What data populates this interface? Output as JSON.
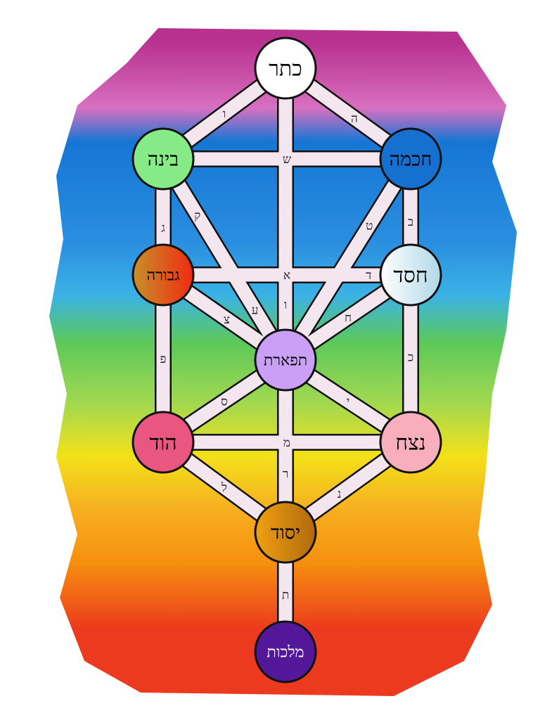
{
  "title": "Tree of Life",
  "colors": {
    "band_magenta": "#b8318f",
    "band_blue": "#1576d4",
    "band_cyan": "#3bb2e6",
    "band_green": "#5cc85a",
    "band_yellow": "#f3e11a",
    "band_orange": "#f6900f",
    "band_red": "#ec3a1e",
    "path_fill": "#f4e6ee"
  },
  "sefirot": [
    {
      "id": "keter",
      "label": "כתר",
      "fill": "#ffffff",
      "text": "#000000"
    },
    {
      "id": "chokhmah",
      "label": "חכמה",
      "fill": "#1570cf",
      "text": "#000000"
    },
    {
      "id": "binah",
      "label": "בינה",
      "fill": "#86ea86",
      "text": "#000000"
    },
    {
      "id": "chesed",
      "label": "חסד",
      "fill": "#e8f2f6",
      "text": "#000000"
    },
    {
      "id": "gevurah",
      "label": "גבורה",
      "fill": "#e0501a",
      "text": "#000000"
    },
    {
      "id": "tiferet",
      "label": "תפארת",
      "fill": "#c9a0f5",
      "text": "#000000"
    },
    {
      "id": "netzach",
      "label": "נצח",
      "fill": "#f9aebd",
      "text": "#000000"
    },
    {
      "id": "hod",
      "label": "הוד",
      "fill": "#e95780",
      "text": "#000000"
    },
    {
      "id": "yesod",
      "label": "יסוד",
      "fill": "#e3900e",
      "text": "#000000"
    },
    {
      "id": "malkhut",
      "label": "מלכות",
      "fill": "#53179a",
      "text": "#ffffff"
    }
  ],
  "paths": [
    {
      "from": "keter",
      "to": "binah",
      "letters": [
        "ו"
      ]
    },
    {
      "from": "keter",
      "to": "chokhmah",
      "letters": [
        "ה"
      ]
    },
    {
      "from": "keter",
      "to": "tiferet",
      "letters": [
        "ו"
      ]
    },
    {
      "from": "binah",
      "to": "chokhmah",
      "letters": [
        "ש"
      ]
    },
    {
      "from": "binah",
      "to": "gevurah",
      "letters": [
        "ג"
      ]
    },
    {
      "from": "chokhmah",
      "to": "chesed",
      "letters": [
        "ב"
      ]
    },
    {
      "from": "binah",
      "to": "tiferet",
      "letters": [
        "ק",
        "ע"
      ]
    },
    {
      "from": "chokhmah",
      "to": "tiferet",
      "letters": [
        "ט"
      ]
    },
    {
      "from": "gevurah",
      "to": "chesed",
      "letters": [
        "א",
        "ד"
      ]
    },
    {
      "from": "gevurah",
      "to": "tiferet",
      "letters": [
        "צ"
      ]
    },
    {
      "from": "chesed",
      "to": "tiferet",
      "letters": [
        "ח"
      ]
    },
    {
      "from": "gevurah",
      "to": "hod",
      "letters": [
        "פ"
      ]
    },
    {
      "from": "chesed",
      "to": "netzach",
      "letters": [
        "כ"
      ]
    },
    {
      "from": "tiferet",
      "to": "hod",
      "letters": [
        "ס"
      ]
    },
    {
      "from": "tiferet",
      "to": "netzach",
      "letters": [
        "י"
      ]
    },
    {
      "from": "hod",
      "to": "netzach",
      "letters": [
        "מ"
      ]
    },
    {
      "from": "tiferet",
      "to": "yesod",
      "letters": [
        "ר"
      ]
    },
    {
      "from": "hod",
      "to": "yesod",
      "letters": [
        "ל"
      ]
    },
    {
      "from": "netzach",
      "to": "yesod",
      "letters": [
        "נ"
      ]
    },
    {
      "from": "yesod",
      "to": "malkhut",
      "letters": [
        "ת"
      ]
    }
  ]
}
